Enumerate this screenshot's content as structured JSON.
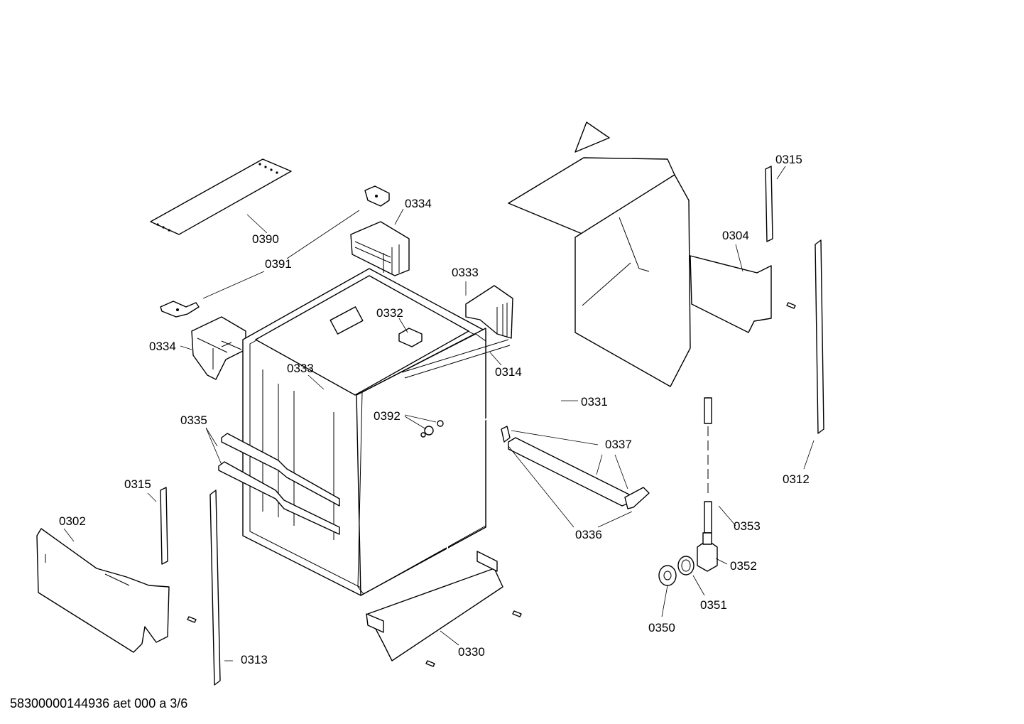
{
  "footer": {
    "code": "58300000144936 aet 000 a 3/6"
  },
  "labels": {
    "p0390": "0390",
    "p0391": "0391",
    "p0334a": "0334",
    "p0334b": "0334",
    "p0333a": "0333",
    "p0333b": "0333",
    "p0332": "0332",
    "p0314": "0314",
    "p0331": "0331",
    "p0392": "0392",
    "p0335": "0335",
    "p0337": "0337",
    "p0336": "0336",
    "p0315a": "0315",
    "p0315b": "0315",
    "p0304": "0304",
    "p0312": "0312",
    "p0353": "0353",
    "p0352": "0352",
    "p0351": "0351",
    "p0350": "0350",
    "p0330": "0330",
    "p0313": "0313",
    "p0302": "0302"
  }
}
